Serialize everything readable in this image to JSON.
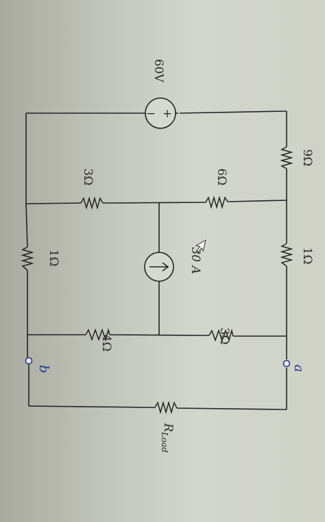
{
  "resistors": {
    "r_top_left": "9Ω",
    "r_top_mid": "1Ω",
    "r_top_right": "3Ω",
    "r_mid_left": "6Ω",
    "r_bot_left": "3Ω",
    "r_bot_mid": "1Ω",
    "r_bot_right": "4Ω",
    "r_load_main": "R",
    "r_load_sub": "Load"
  },
  "sources": {
    "voltage": "60V",
    "voltage_plus": "+",
    "voltage_minus": "−",
    "current": "30 A"
  },
  "terminals": {
    "a": "a",
    "b": "b"
  },
  "colors": {
    "wire": "#222222",
    "terminal": "#2a3a8a"
  }
}
